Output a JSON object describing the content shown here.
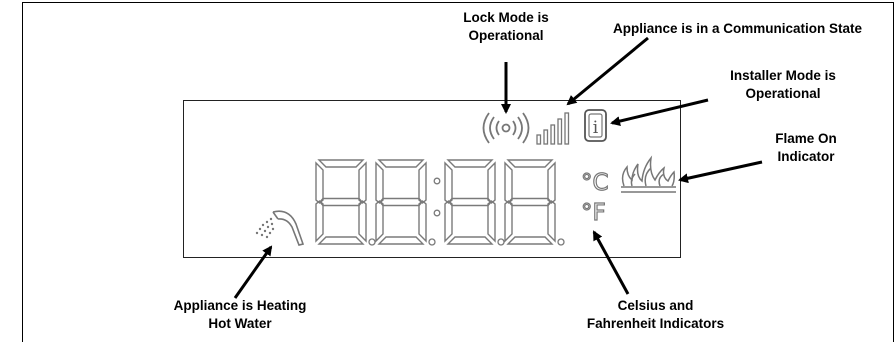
{
  "labels": {
    "lock_mode": [
      "Lock Mode is",
      "Operational"
    ],
    "communication": [
      "Appliance is in a Communication State"
    ],
    "installer_mode": [
      "Installer Mode is",
      "Operational"
    ],
    "flame_on": [
      "Flame On",
      "Indicator"
    ],
    "heating_hot_water": [
      "Appliance is Heating",
      "Hot Water"
    ],
    "temperature_units": [
      "Celsius and",
      "Fahrenheit Indicators"
    ]
  },
  "display": {
    "digits": [
      "8",
      "8",
      "8",
      "8"
    ],
    "unit_celsius": "°C",
    "unit_fahrenheit": "°F",
    "info_glyph": "i"
  },
  "icons": [
    "wireless-lock-icon",
    "signal-bars-icon",
    "info-icon",
    "flame-icon",
    "shower-icon"
  ],
  "colors": {
    "segment_stroke": "#7a7a7a",
    "text": "#000000",
    "arrow": "#000000"
  }
}
